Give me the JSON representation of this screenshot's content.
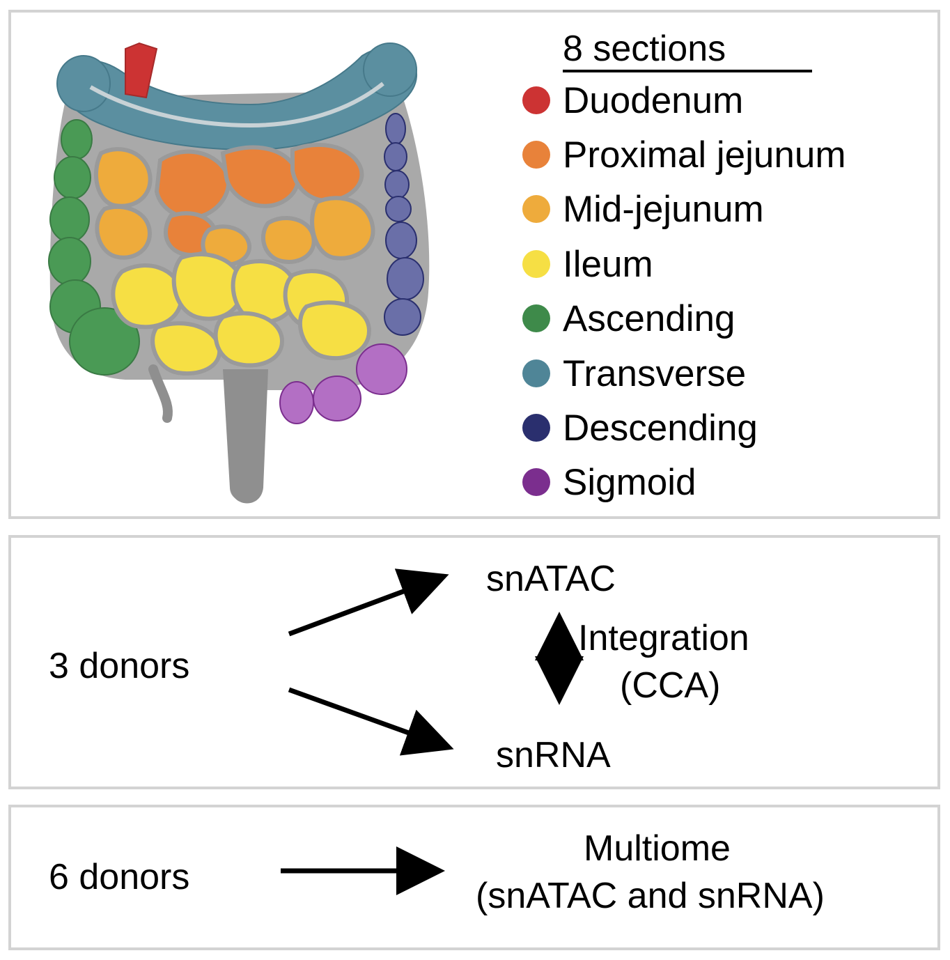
{
  "legend": {
    "title": "8 sections",
    "items": [
      {
        "label": "Duodenum",
        "color": "#cc3333"
      },
      {
        "label": "Proximal jejunum",
        "color": "#e8823a"
      },
      {
        "label": "Mid-jejunum",
        "color": "#eeab3c"
      },
      {
        "label": "Ileum",
        "color": "#f6df44"
      },
      {
        "label": "Ascending",
        "color": "#3e8a4a"
      },
      {
        "label": "Transverse",
        "color": "#4f8597"
      },
      {
        "label": "Descending",
        "color": "#2a2f6e"
      },
      {
        "label": "Sigmoid",
        "color": "#7b2e8e"
      }
    ]
  },
  "workflow_a": {
    "source": "3 donors",
    "target_top": "snATAC",
    "target_bottom": "snRNA",
    "link_line1": "Integration",
    "link_line2": "(CCA)"
  },
  "workflow_b": {
    "source": "6 donors",
    "target_line1": "Multiome",
    "target_line2": "(snATAC and snRNA)"
  }
}
